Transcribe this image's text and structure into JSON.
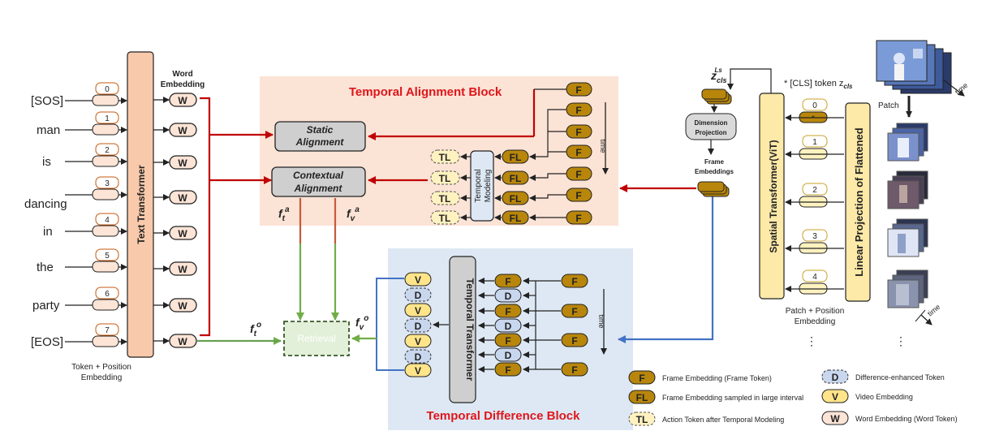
{
  "words": [
    "[SOS]",
    "man",
    "is",
    "dancing",
    "in",
    "the",
    "party",
    "[EOS]"
  ],
  "position_indices": [
    "0",
    "1",
    "2",
    "3",
    "4",
    "5",
    "6",
    "7"
  ],
  "text_transformer_label": "Text Transformer",
  "word_embedding_label_1": "Word",
  "word_embedding_label_2": "Embedding",
  "token_position_label_1": "Token + Position",
  "token_position_label_2": "Embedding",
  "word_token": "W",
  "alignment_block": {
    "title": "Temporal Alignment Block",
    "static_1": "Static",
    "static_2": "Alignment",
    "contextual_1": "Contextual",
    "contextual_2": "Alignment",
    "temporal_modeling_1": "Temporal",
    "temporal_modeling_2": "Modeling",
    "time_label": "time",
    "fta": "f",
    "fva": "f"
  },
  "difference_block": {
    "title": "Temporal Difference Block",
    "transformer_label": "Temporal Transformer",
    "time_label": "time"
  },
  "retrieval_label": "Retrieval",
  "ft0": "f",
  "fv0": "f",
  "vision": {
    "zcls": "z",
    "cls_note": "* [CLS] token z",
    "patch_label": "Patch",
    "time_label_1": "time",
    "time_label_2": "time",
    "dimension_projection_1": "Dimension",
    "dimension_projection_2": "Projection",
    "frame_embeddings_1": "Frame",
    "frame_embeddings_2": "Embeddings",
    "spatial_transformer": "Spatial Transformer(ViT)",
    "linear_projection": "Linear Projection of Flattened",
    "patch_position_1": "Patch + Position",
    "patch_position_2": "Embedding",
    "patch_indices": [
      "*",
      "0",
      "1",
      "2",
      "3",
      "4"
    ],
    "dots": "⋮"
  },
  "legend": {
    "F_token": "F",
    "F_desc": "Frame Embedding (Frame Token)",
    "FL_token": "FL",
    "FL_desc": "Frame Embedding sampled in large interval",
    "TL_token": "TL",
    "TL_desc": "Action Token after Temporal Modeling",
    "D_token": "D",
    "D_desc": "Difference-enhanced Token",
    "V_token": "V",
    "V_desc": "Video Embedding",
    "W_token": "W",
    "W_desc": "Word Embedding (Word Token)"
  },
  "colors": {
    "alignment_bg": "#fbe3d6",
    "difference_bg": "#dde8f4",
    "frame_token": "#b8860b",
    "word_token_fill": "#fce4d6",
    "video_token_fill": "#ffe48a",
    "diff_token_fill": "#c9d7ee",
    "tl_fill": "#fff2c0",
    "text_transformer_fill": "#f8c9aa",
    "spatial_fill": "#fde9a8",
    "red_arrow": "#c00000",
    "blue_arrow": "#4472c4",
    "green_arrow": "#70ad47"
  }
}
